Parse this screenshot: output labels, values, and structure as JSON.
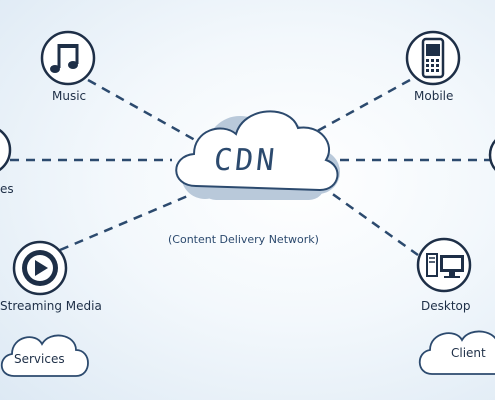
{
  "center": {
    "title": "CDN",
    "subtitle": "(Content Delivery Network)"
  },
  "nodes": {
    "music": "Music",
    "mobile": "Mobile",
    "left_partial": "es",
    "streaming": "Streaming Media",
    "desktop": "Desktop"
  },
  "groups": {
    "services": "Services",
    "client": "Client"
  },
  "colors": {
    "ink": "#1e2f47",
    "line": "#2c4a6e",
    "background": "#f3f8fc"
  }
}
